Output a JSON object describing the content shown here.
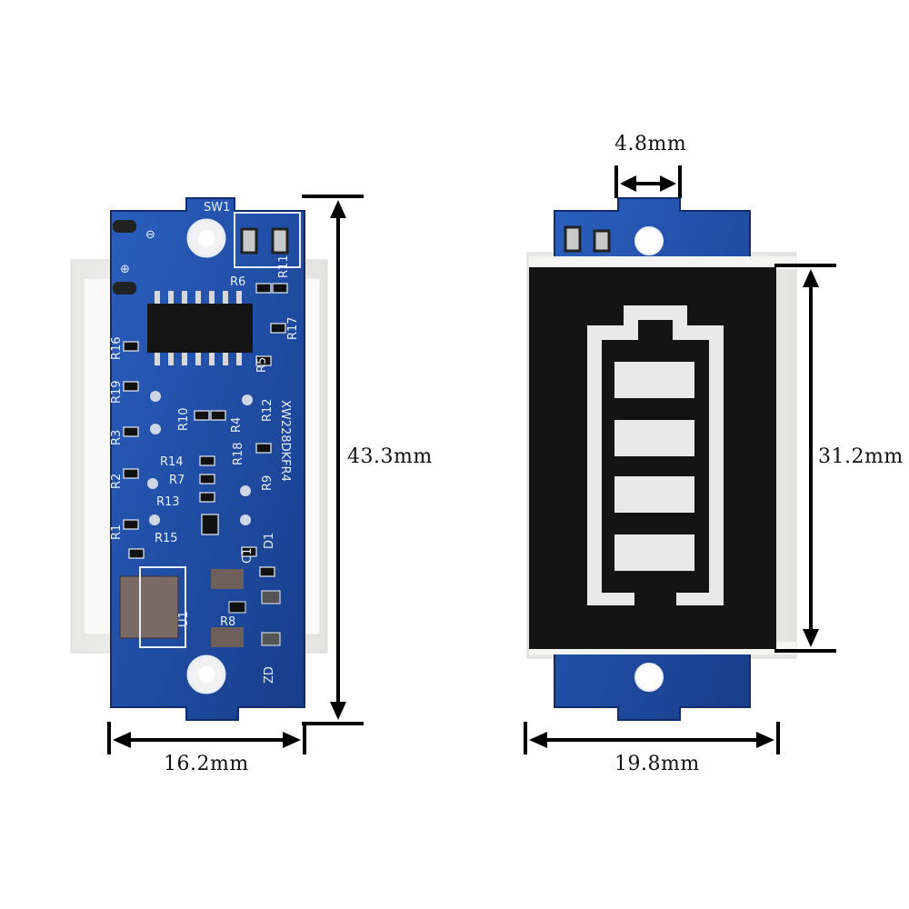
{
  "front_board": {
    "model_text": "XW228DKFR4",
    "switch_label": "SW1",
    "chip_label": "U1",
    "minus_symbol": "⊖",
    "plus_symbol": "⊕",
    "component_labels": [
      "R6",
      "R11",
      "R17",
      "R5",
      "R16",
      "R19",
      "R12",
      "R10",
      "R4",
      "R3",
      "R18",
      "R14",
      "R7",
      "R9",
      "R2",
      "R13",
      "R1",
      "R15",
      "C1",
      "D1",
      "R8",
      "ZD"
    ],
    "width_label": "16.2mm",
    "height_label": "43.3mm"
  },
  "back_board": {
    "tab_width_label": "4.8mm",
    "display_height_label": "31.2mm",
    "width_label": "19.8mm",
    "battery_bar_count": 4
  },
  "colors": {
    "pcb_blue": "#1f4fa8",
    "display_black": "#141414",
    "segment_white": "#e9e9e9",
    "housing_white": "#f2f2f0"
  }
}
